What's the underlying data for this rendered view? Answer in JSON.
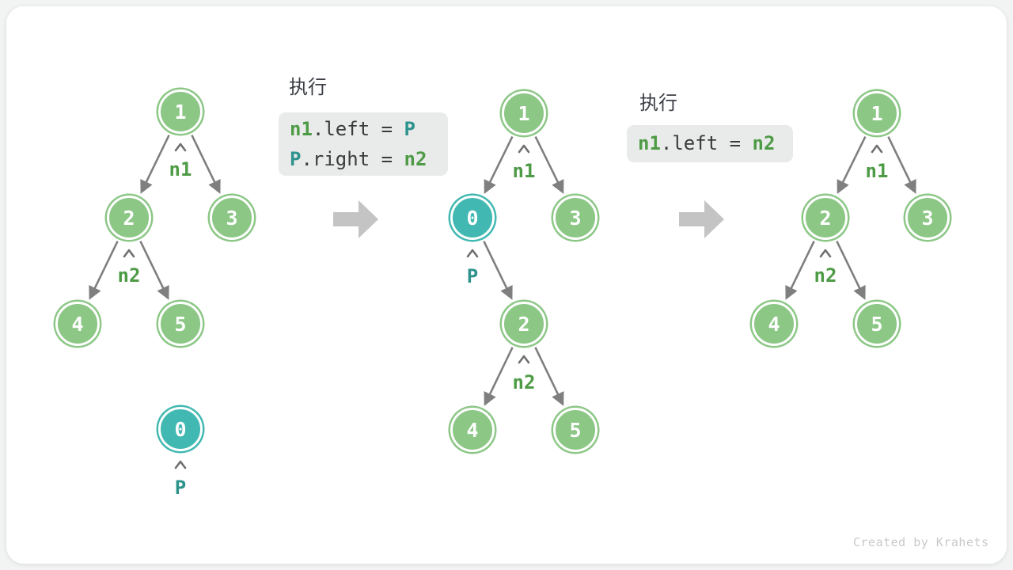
{
  "watermark": "Created by Krahets",
  "steps": [
    {
      "heading": "执行",
      "lines": [
        {
          "tokens": [
            {
              "text": "n1",
              "color": "green"
            },
            {
              "text": ".left = ",
              "color": "plain"
            },
            {
              "text": "P",
              "color": "teal"
            }
          ]
        },
        {
          "tokens": [
            {
              "text": "P",
              "color": "teal"
            },
            {
              "text": ".right = ",
              "color": "plain"
            },
            {
              "text": "n2",
              "color": "green"
            }
          ]
        }
      ]
    },
    {
      "heading": "执行",
      "lines": [
        {
          "tokens": [
            {
              "text": "n1",
              "color": "green"
            },
            {
              "text": ".left = ",
              "color": "plain"
            },
            {
              "text": "n2",
              "color": "green"
            }
          ]
        }
      ]
    }
  ],
  "trees": {
    "initial": {
      "nodes": [
        {
          "label": "1"
        },
        {
          "label": "2"
        },
        {
          "label": "3"
        },
        {
          "label": "4"
        },
        {
          "label": "5"
        },
        {
          "label": "0"
        }
      ],
      "pointers": {
        "n1": "n1",
        "n2": "n2",
        "p": "P"
      }
    },
    "middle": {
      "nodes": [
        {
          "label": "1"
        },
        {
          "label": "0"
        },
        {
          "label": "3"
        },
        {
          "label": "2"
        },
        {
          "label": "4"
        },
        {
          "label": "5"
        }
      ],
      "pointers": {
        "n1": "n1",
        "p": "P",
        "n2": "n2"
      }
    },
    "final": {
      "nodes": [
        {
          "label": "1"
        },
        {
          "label": "2"
        },
        {
          "label": "3"
        },
        {
          "label": "4"
        },
        {
          "label": "5"
        }
      ],
      "pointers": {
        "n1": "n1",
        "n2": "n2"
      }
    }
  },
  "colors": {
    "node_green": "#8CC786",
    "node_teal": "#41B8B1",
    "pointer_green": "#4E9B46",
    "pointer_teal": "#2D938C",
    "edge_gray": "#7F7F7F",
    "code_background": "#E9EAEA",
    "code_text": "#3B3B3B",
    "block_arrow_gray": "#C3C4C3"
  }
}
